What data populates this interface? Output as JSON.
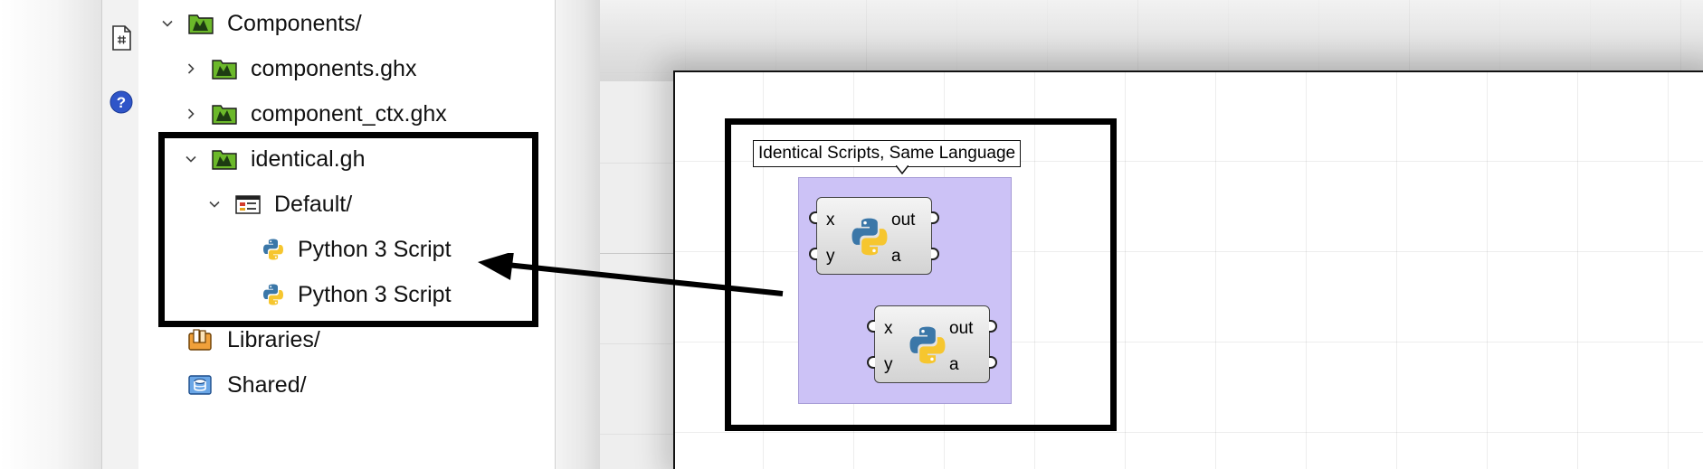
{
  "toolbar": {
    "icons": [
      "document-icon",
      "help-icon"
    ]
  },
  "tree": {
    "items": [
      {
        "label": "Components/",
        "expanded": true,
        "icon": "folder-icon"
      },
      {
        "label": "components.ghx",
        "expanded": false,
        "icon": "gh-file-icon"
      },
      {
        "label": "component_ctx.ghx",
        "expanded": false,
        "icon": "gh-file-icon"
      },
      {
        "label": "identical.gh",
        "expanded": true,
        "icon": "gh-file-icon"
      },
      {
        "label": "Default/",
        "expanded": true,
        "icon": "default-folder-icon"
      },
      {
        "label": "Python 3 Script",
        "icon": "python-icon"
      },
      {
        "label": "Python 3 Script",
        "icon": "python-icon"
      },
      {
        "label": "Libraries/",
        "icon": "library-icon"
      },
      {
        "label": "Shared/",
        "icon": "shared-icon"
      }
    ]
  },
  "canvas": {
    "group_label": "Identical Scripts, Same Language",
    "components": [
      {
        "inputs": [
          "x",
          "y"
        ],
        "outputs": [
          "out",
          "a"
        ]
      },
      {
        "inputs": [
          "x",
          "y"
        ],
        "outputs": [
          "out",
          "a"
        ]
      }
    ]
  },
  "colors": {
    "group_fill": "#ccc2f6",
    "highlight": "#000000"
  }
}
